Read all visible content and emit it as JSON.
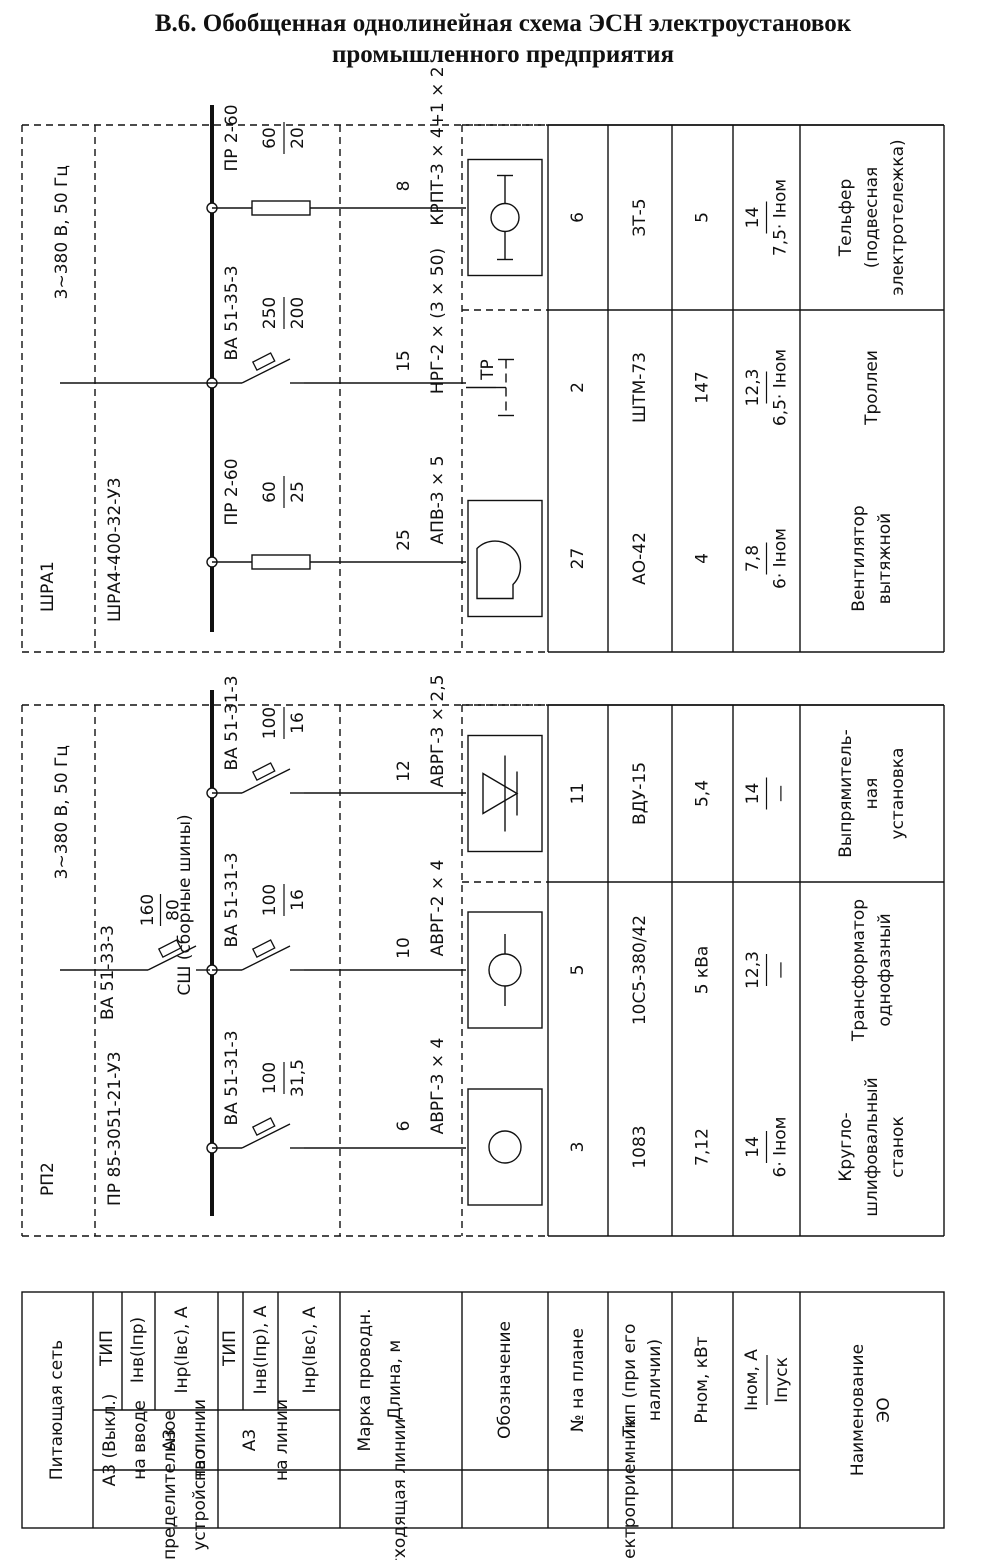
{
  "title": {
    "line1": "В.6. Обобщенная однолинейная схема ЭСН электроустановок",
    "line2": "промышленного предприятия"
  },
  "legend": {
    "supply": "Питающая сеть",
    "dist_device": "Распределительное устройство",
    "a3_input": "А3 (Выкл.) на вводе",
    "a3_line": "А3 на линии",
    "type": "ТИП",
    "current_input": [
      "Iнв(Iпр)",
      "Iнр(Iвс), А"
    ],
    "current_line": [
      "Iнв(Iпр), А",
      "Iнр(Iвс), А"
    ],
    "outgoing_line": "Отходящая линии",
    "wire": "Марка проводн.",
    "length": "Длина, м",
    "receivers": "Электроприемник",
    "designation": "Обозначение",
    "plan_no": "№ на плане",
    "type_if_any": "Тип (при его наличии)",
    "pnom": "Pном, кВт",
    "inom": "Iном, А",
    "ipusk": "Iпуск",
    "name": "Наименование ЭО"
  },
  "rp2": {
    "label": "РП2",
    "cabinet": "ПР 85-3051-21-У3",
    "voltage": "3~380 В, 50 Гц",
    "bus": "СШ (сборные шины)",
    "input_breaker": "ВА 51-33-3",
    "input_rating": [
      "160",
      "80"
    ],
    "feeders": [
      {
        "breaker": "ВА 51-31-3",
        "rating": [
          "100",
          "31,5"
        ],
        "wire": "АВРГ-3 × 4",
        "length": "6",
        "symbol": "circle",
        "plan": "3",
        "type": "1083",
        "power": "7,12",
        "cur": [
          "14",
          "6· Iном"
        ],
        "name": [
          "Кругло-",
          "шлифовальный",
          "станок"
        ]
      },
      {
        "breaker": "ВА 51-31-3",
        "rating": [
          "100",
          "16"
        ],
        "wire": "АВРГ-2 × 4",
        "length": "10",
        "symbol": "transformer",
        "plan": "5",
        "type": "10С5-380/42",
        "power": "5 кВа",
        "cur": [
          "12,3",
          "—"
        ],
        "name": [
          "Трансформатор",
          "однофазный"
        ]
      },
      {
        "breaker": "ВА 51-31-3",
        "rating": [
          "100",
          "16"
        ],
        "wire": "АВРГ-3 × 2,5",
        "length": "12",
        "symbol": "diode",
        "plan": "11",
        "type": "ВДУ-15",
        "power": "5,4",
        "cur": [
          "14",
          "—"
        ],
        "name": [
          "Выпрямитель-",
          "ная",
          "установка"
        ]
      }
    ]
  },
  "shra1": {
    "label": "ШРА1",
    "cabinet": "ШРА4-400-32-У3",
    "voltage": "3~380 В, 50 Гц",
    "feeders": [
      {
        "breaker": "ПР 2-60",
        "rating": [
          "60",
          "25"
        ],
        "wire": "АПВ-3 × 5",
        "length": "25",
        "symbol": "fan",
        "plan": "27",
        "type": "АО-42",
        "power": "4",
        "cur": [
          "7,8",
          "6· Iном"
        ],
        "name": [
          "Вентилятор",
          "вытяжной"
        ]
      },
      {
        "breaker": "ВА 51-35-3",
        "rating": [
          "250",
          "200"
        ],
        "wire": "НРГ-2 × (3 × 50)",
        "length": "15",
        "symbol": "trolley",
        "trolley_label": "ТР",
        "plan": "2",
        "type": "ШТМ-73",
        "power": "147",
        "cur": [
          "12,3",
          "6,5· Iном"
        ],
        "name": [
          "Троллеи"
        ]
      },
      {
        "breaker": "ПР 2-60",
        "rating": [
          "60",
          "20"
        ],
        "wire": "КРПТ-3 × 4+1 × 2",
        "length": "8",
        "symbol": "hoist",
        "plan": "6",
        "type": "ЗТ-5",
        "power": "5",
        "cur": [
          "14",
          "7,5· Iном"
        ],
        "name": [
          "Тельфер",
          "(подвесная",
          "электротележка)"
        ]
      }
    ]
  }
}
